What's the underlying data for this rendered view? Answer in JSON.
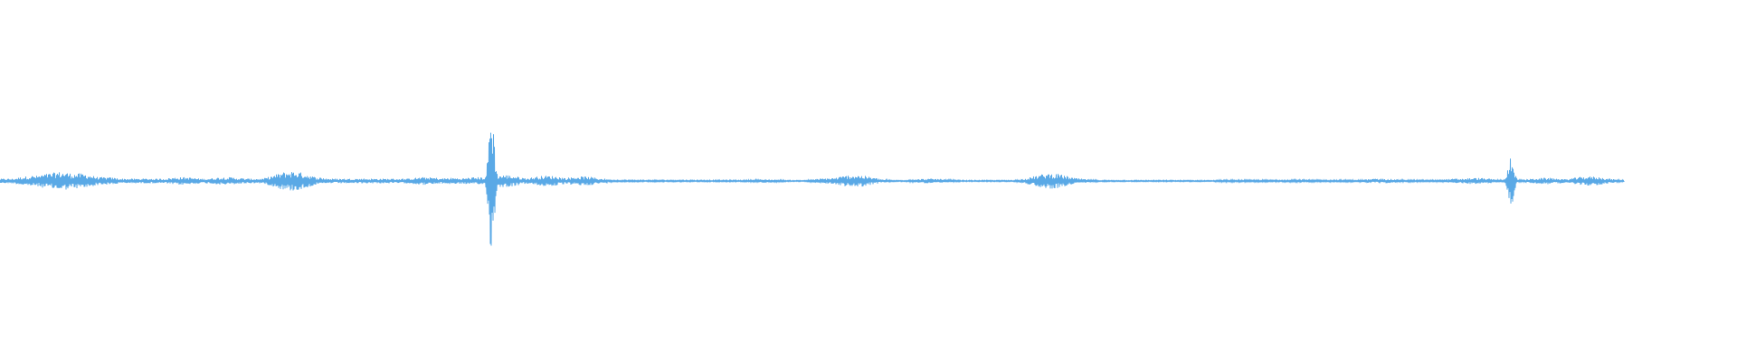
{
  "waveform": {
    "color": "#5aa9e6",
    "duration_fraction_filled": 0.935,
    "bursts": [
      {
        "at": 0.02,
        "amp": 0.07
      },
      {
        "at": 0.03,
        "amp": 0.1
      },
      {
        "at": 0.035,
        "amp": 0.12
      },
      {
        "at": 0.045,
        "amp": 0.1
      },
      {
        "at": 0.06,
        "amp": 0.05
      },
      {
        "at": 0.105,
        "amp": 0.05
      },
      {
        "at": 0.13,
        "amp": 0.05
      },
      {
        "at": 0.135,
        "amp": 0.04
      },
      {
        "at": 0.168,
        "amp": 0.13
      },
      {
        "at": 0.18,
        "amp": 0.05
      },
      {
        "at": 0.245,
        "amp": 0.05
      },
      {
        "at": 0.26,
        "amp": 0.04
      },
      {
        "at": 0.275,
        "amp": 0.05
      },
      {
        "at": 0.283,
        "amp": 1.0
      },
      {
        "at": 0.29,
        "amp": 0.08
      },
      {
        "at": 0.315,
        "amp": 0.07
      },
      {
        "at": 0.335,
        "amp": 0.06
      },
      {
        "at": 0.44,
        "amp": 0.02
      },
      {
        "at": 0.48,
        "amp": 0.04
      },
      {
        "at": 0.492,
        "amp": 0.08
      },
      {
        "at": 0.536,
        "amp": 0.03
      },
      {
        "at": 0.605,
        "amp": 0.1
      },
      {
        "at": 0.615,
        "amp": 0.04
      },
      {
        "at": 0.75,
        "amp": 0.02
      },
      {
        "at": 0.795,
        "amp": 0.03
      },
      {
        "at": 0.84,
        "amp": 0.03
      },
      {
        "at": 0.85,
        "amp": 0.04
      },
      {
        "at": 0.87,
        "amp": 0.38
      },
      {
        "at": 0.89,
        "amp": 0.04
      },
      {
        "at": 0.915,
        "amp": 0.06
      }
    ]
  }
}
